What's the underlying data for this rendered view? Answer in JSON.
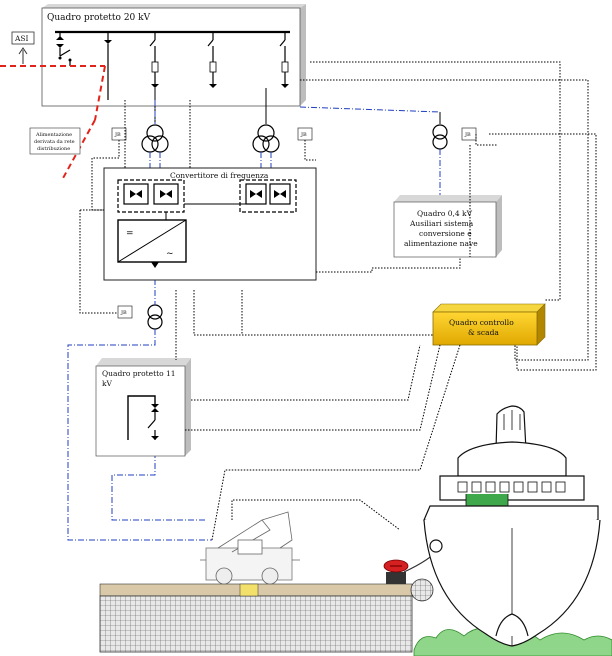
{
  "labels": {
    "qp20": "Quadro protetto 20 kV",
    "asi": "ASI",
    "alim_line1": "Alimentazione",
    "alim_line2": "derivata da rete",
    "alim_line3": "distribuzione",
    "jb": "JB",
    "converter": "Convertitore di frequenza",
    "conv_dc": "=",
    "conv_ac": "~",
    "q04_line1": "Quadro 0,4 kV",
    "q04_line2": "Ausiliari sistema",
    "q04_line3": "conversione e",
    "q04_line4": "alimentazione nave",
    "qcs_line1": "Quadro controllo",
    "qcs_line2": "& scada",
    "qp11_line1": "Quadro protetto 11",
    "qp11_line2": "kV"
  },
  "colors": {
    "power_line": "#000000",
    "control_line": "#000000",
    "cable_line": "#1f3fbf",
    "feeder_line": "#e2231a",
    "scada_box": "#f5c400",
    "sea": "#8fd68a",
    "quay": "#d9c9a8",
    "plug": "#d42020"
  },
  "icons": [
    "transformer-icon",
    "breaker-icon",
    "switch-icon",
    "ship-icon",
    "crane-icon",
    "cable-reel-icon",
    "socket-icon"
  ]
}
